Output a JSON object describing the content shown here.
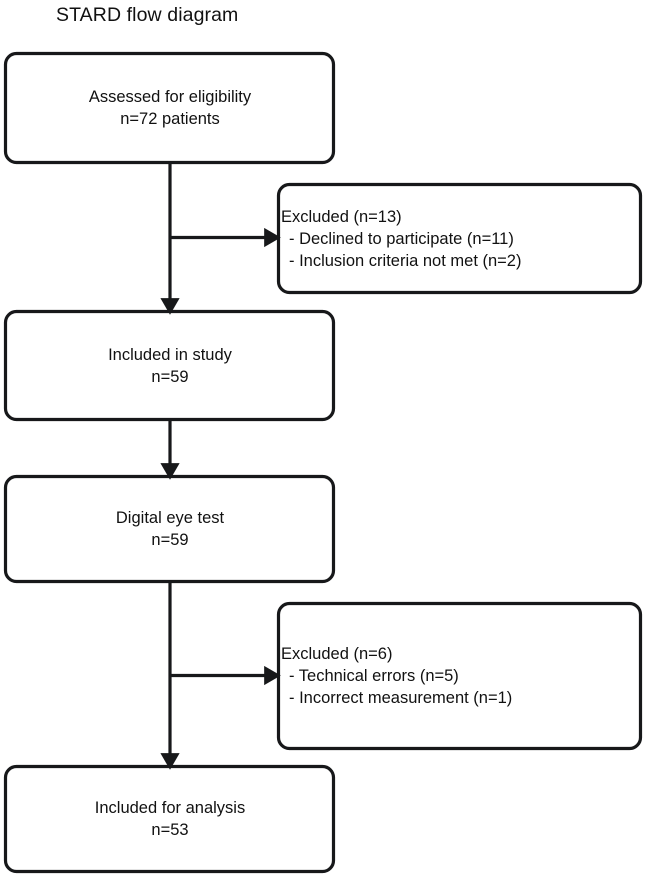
{
  "title": "STARD flow diagram",
  "colors": {
    "stroke": "#17181a",
    "background": "#ffffff",
    "text": "#111111"
  },
  "nodes": {
    "assessed": {
      "name": "assessed-for-eligibility",
      "line1": "Assessed for eligibility",
      "line2": "n=72 patients"
    },
    "included_study": {
      "name": "included-in-study",
      "line1": "Included in study",
      "line2": "n=59"
    },
    "digital_eye_test": {
      "name": "digital-eye-test",
      "line1": "Digital eye test",
      "line2": "n=59"
    },
    "included_analysis": {
      "name": "included-for-analysis",
      "line1": "Included for analysis",
      "line2": "n=53"
    },
    "excluded_1": {
      "name": "excluded-after-eligibility",
      "line1": "Excluded (n=13)",
      "line2": "-  Declined to participate (n=11)",
      "line3": "-  Inclusion criteria not met (n=2)"
    },
    "excluded_2": {
      "name": "excluded-after-test",
      "line1": "Excluded (n=6)",
      "line2": "-  Technical errors (n=5)",
      "line3": "-  Incorrect measurement (n=1)"
    }
  },
  "chart_data": {
    "type": "diagram",
    "title": "STARD flow diagram",
    "stages": [
      {
        "label": "Assessed for eligibility",
        "n": 72,
        "n_label": "n=72 patients"
      },
      {
        "label": "Included in study",
        "n": 59,
        "n_label": "n=59"
      },
      {
        "label": "Digital eye test",
        "n": 59,
        "n_label": "n=59"
      },
      {
        "label": "Included for analysis",
        "n": 53,
        "n_label": "n=53"
      }
    ],
    "exclusions": [
      {
        "after_stage": "Assessed for eligibility",
        "total": 13,
        "label": "Excluded (n=13)",
        "reasons": [
          {
            "reason": "Declined to participate",
            "n": 11
          },
          {
            "reason": "Inclusion criteria not met",
            "n": 2
          }
        ]
      },
      {
        "after_stage": "Digital eye test",
        "total": 6,
        "label": "Excluded (n=6)",
        "reasons": [
          {
            "reason": "Technical errors",
            "n": 5
          },
          {
            "reason": "Incorrect measurement",
            "n": 1
          }
        ]
      }
    ]
  }
}
